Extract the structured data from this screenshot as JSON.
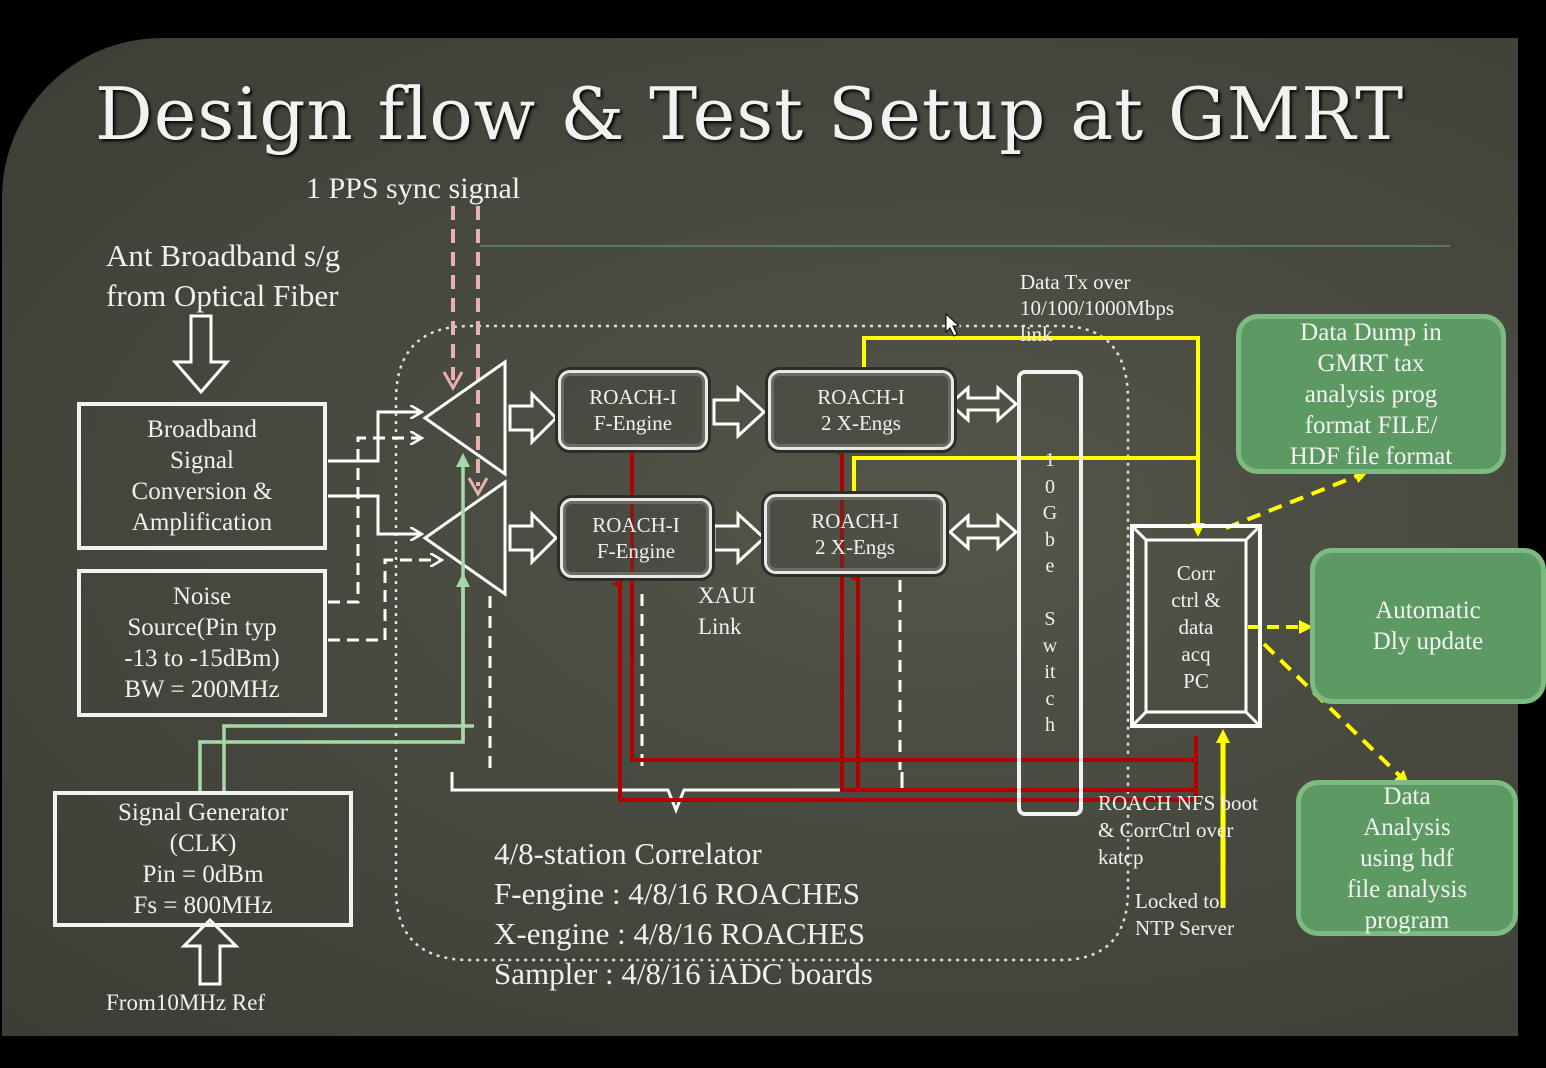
{
  "title": "Design flow & Test Setup at GMRT",
  "labels": {
    "pps": "1 PPS  sync signal",
    "ant_line1": "Ant Broadband s/g",
    "ant_line2": "from Optical Fiber",
    "data_tx_line1": "Data Tx over",
    "data_tx_line2": "10/100/1000Mbps",
    "data_tx_line3": "link",
    "xaui": "XAUI\nLink",
    "roach_nfs": "ROACH NFS boot\n& CorrCtrl over\nkatcp",
    "locked": "Locked to\nNTP Server",
    "from_ref": "From10MHz Ref"
  },
  "boxes": {
    "broadband": "Broadband\nSignal\nConversion &\nAmplification",
    "noise": "Noise\nSource(Pin typ\n-13 to -15dBm)\nBW = 200MHz",
    "siggen": "Signal Generator\n(CLK)\nPin = 0dBm\nFs = 800MHz",
    "roach_f1": "ROACH-I\nF-Engine",
    "roach_x1": "ROACH-I\n2 X-Engs",
    "roach_f2": "ROACH-I\nF-Engine",
    "roach_x2": "ROACH-I\n2 X-Engs",
    "switch": "1\n0\nG\nb\ne\n\nS\nw\nit\nc\nh",
    "pc": "Corr\nctrl &\ndata\nacq\nPC"
  },
  "green_boxes": {
    "dump": "Data Dump in\nGMRT tax\nanalysis prog\nformat FILE/\nHDF file format",
    "dly": "Automatic\nDly update",
    "analysis": "Data\nAnalysis\nusing hdf\nfile analysis\nprogram"
  },
  "correlator": {
    "line1": "4/8-station Correlator",
    "line2": "F-engine : 4/8/16 ROACHES",
    "line3": "X-engine : 4/8/16 ROACHES",
    "line4": "Sampler   : 4/8/16 iADC boards"
  },
  "colors": {
    "red": "#b00000",
    "yellow": "#ffff00",
    "pale_green": "#a8d8a8",
    "pink": "#e8b0b0",
    "green_box": "#5d9a63"
  }
}
